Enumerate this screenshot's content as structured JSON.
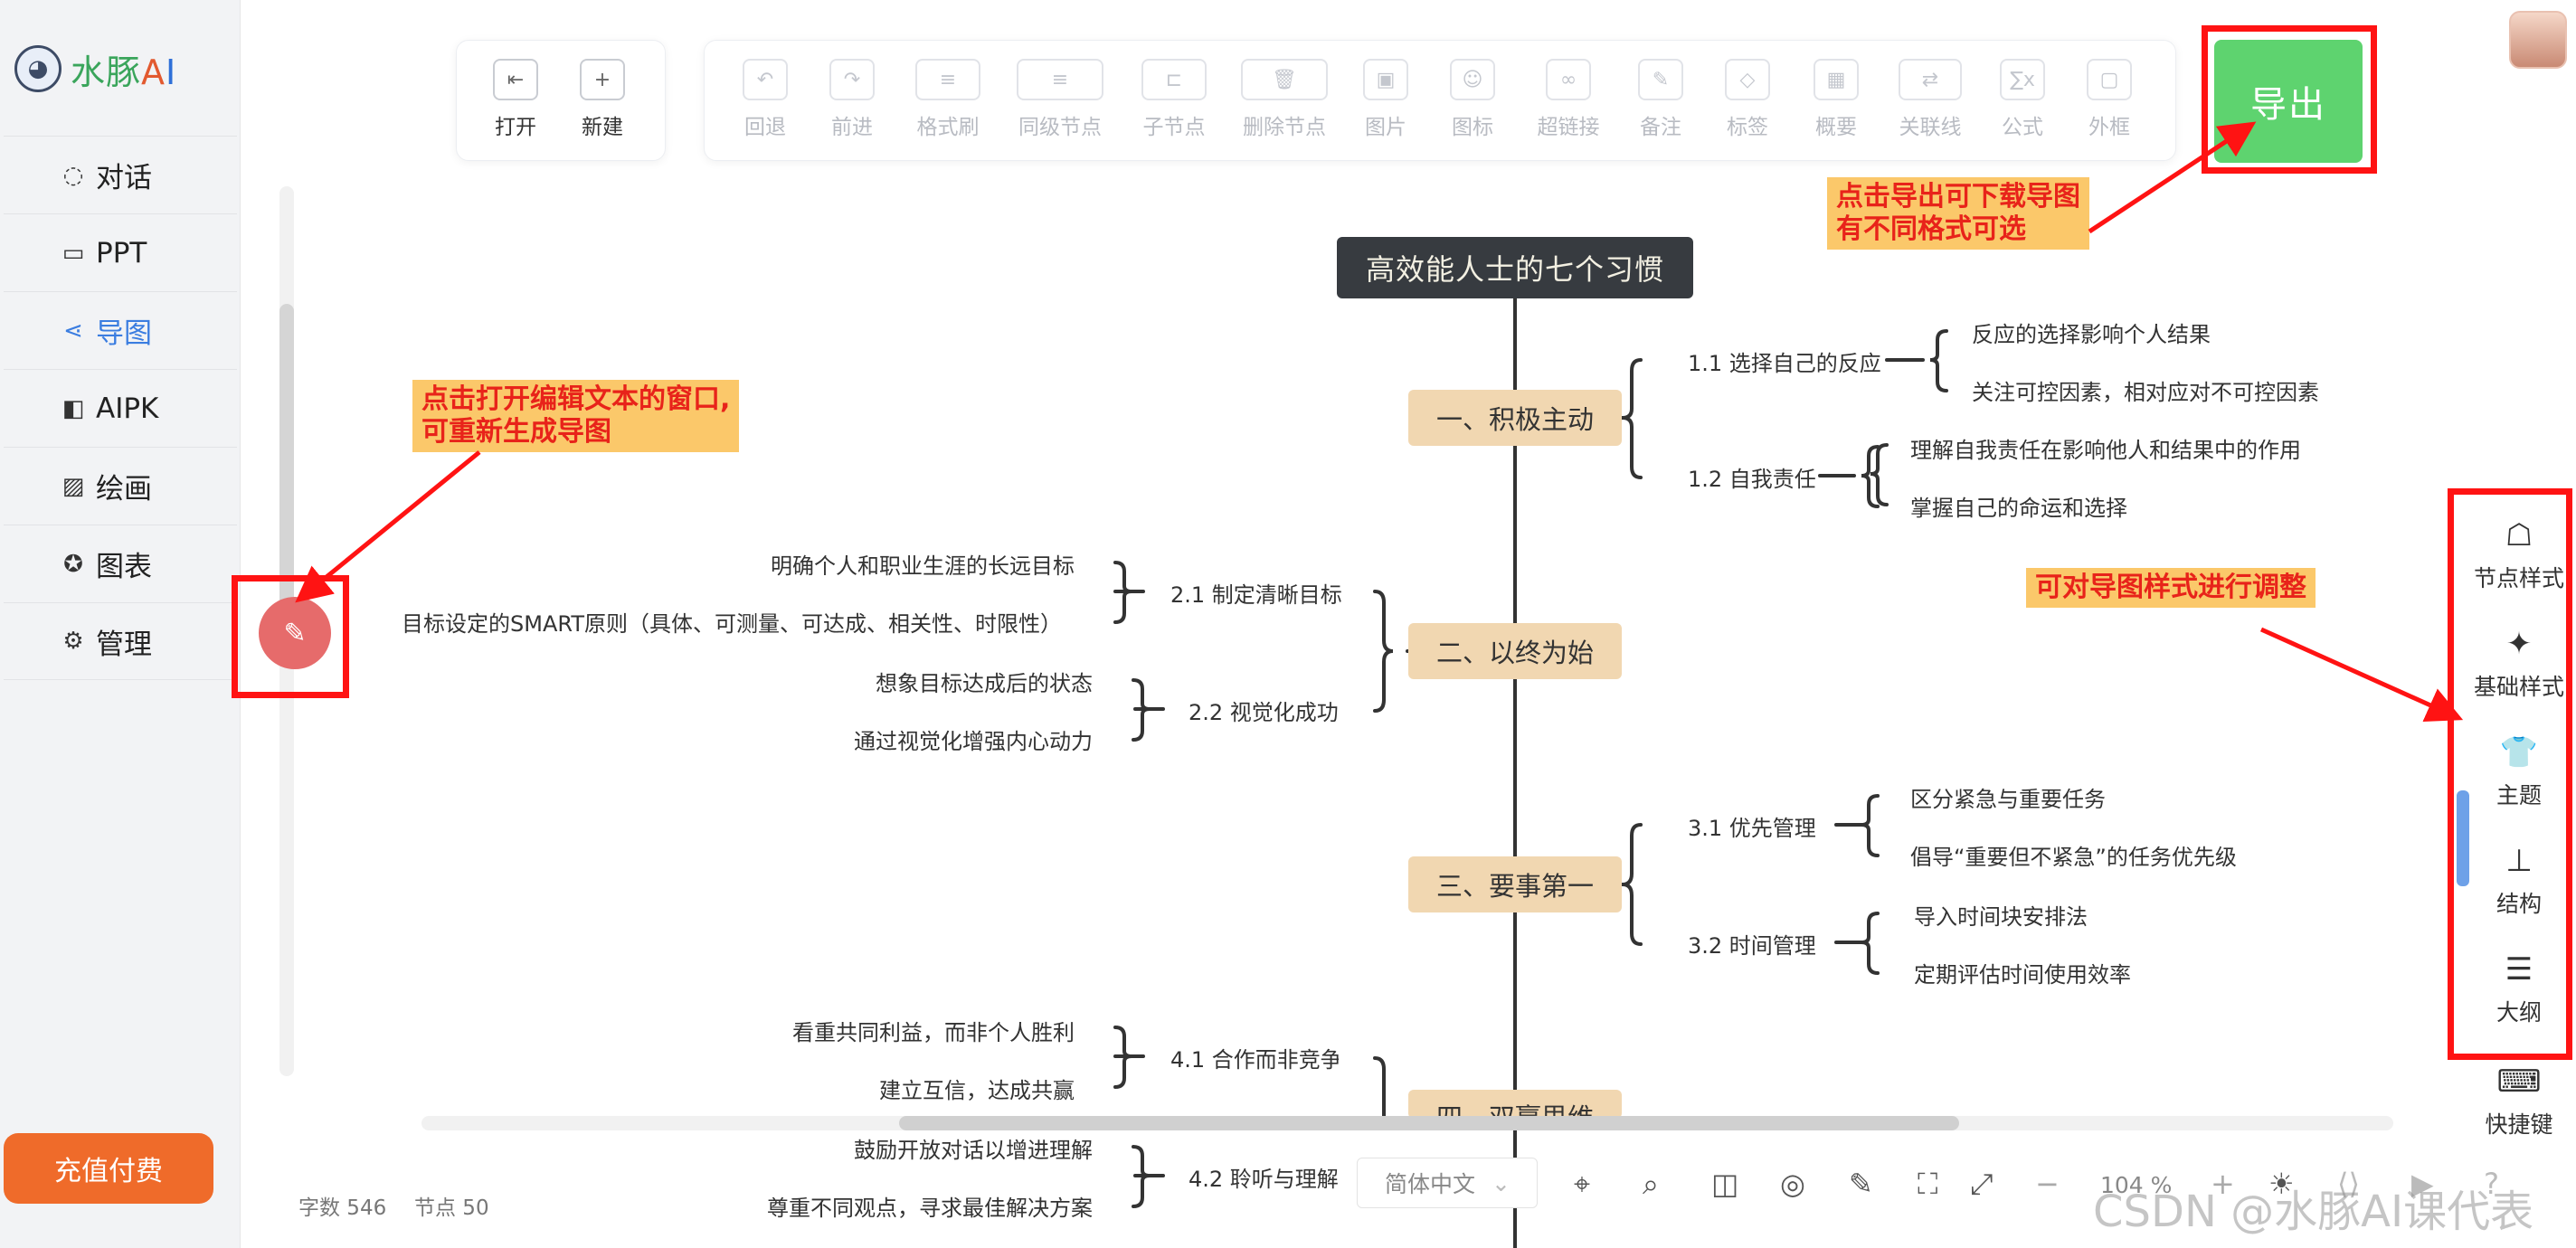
{
  "brand": {
    "name_part1": "水豚",
    "name_part2": "A",
    "name_part3": "I"
  },
  "sidebar": {
    "items": [
      {
        "label": "对话",
        "icon": "chat-icon",
        "glyph": "◌"
      },
      {
        "label": "PPT",
        "icon": "slides-icon",
        "glyph": "▭"
      },
      {
        "label": "导图",
        "icon": "mindmap-icon",
        "glyph": "⋖",
        "active": true
      },
      {
        "label": "AIPK",
        "icon": "versus-icon",
        "glyph": "◧"
      },
      {
        "label": "绘画",
        "icon": "image-icon",
        "glyph": "▨"
      },
      {
        "label": "图表",
        "icon": "chart-icon",
        "glyph": "✪"
      },
      {
        "label": "管理",
        "icon": "gear-icon",
        "glyph": "⚙"
      }
    ],
    "recharge_label": "充值付费"
  },
  "toolbar": {
    "file": [
      {
        "label": "打开",
        "glyph": "⇤"
      },
      {
        "label": "新建",
        "glyph": "+"
      }
    ],
    "edit": [
      {
        "label": "回退",
        "glyph": "↶"
      },
      {
        "label": "前进",
        "glyph": "↷"
      },
      {
        "label": "格式刷",
        "glyph": "≡"
      },
      {
        "label": "同级节点",
        "glyph": "≡"
      },
      {
        "label": "子节点",
        "glyph": "⊏"
      },
      {
        "label": "删除节点",
        "glyph": "🗑"
      },
      {
        "label": "图片",
        "glyph": "▣"
      },
      {
        "label": "图标",
        "glyph": "☺"
      },
      {
        "label": "超链接",
        "glyph": "∞"
      },
      {
        "label": "备注",
        "glyph": "✎"
      },
      {
        "label": "标签",
        "glyph": "◇"
      },
      {
        "label": "概要",
        "glyph": "▦"
      },
      {
        "label": "关联线",
        "glyph": "⇄"
      },
      {
        "label": "公式",
        "glyph": "∑x"
      },
      {
        "label": "外框",
        "glyph": "▢"
      }
    ],
    "export_label": "导出"
  },
  "annotations": {
    "export_note_line1": "点击导出可下载导图",
    "export_note_line2": "有不同格式可选",
    "edit_note_line1": "点击打开编辑文本的窗口,",
    "edit_note_line2": "可重新生成导图",
    "style_note": "可对导图样式进行调整"
  },
  "mindmap": {
    "root": "高效能人士的七个习惯",
    "branches": [
      {
        "label": "一、积极主动",
        "subs": [
          {
            "label": "1.1 选择自己的反应",
            "items": [
              "反应的选择影响个人结果",
              "关注可控因素，相对应对不可控因素"
            ]
          },
          {
            "label": "1.2 自我责任",
            "items": [
              "理解自我责任在影响他人和结果中的作用",
              "掌握自己的命运和选择"
            ]
          }
        ]
      },
      {
        "label": "二、以终为始",
        "subs": [
          {
            "label": "2.1 制定清晰目标",
            "items": [
              "明确个人和职业生涯的长远目标",
              "目标设定的SMART原则（具体、可测量、可达成、相关性、时限性）"
            ]
          },
          {
            "label": "2.2 视觉化成功",
            "items": [
              "想象目标达成后的状态",
              "通过视觉化增强内心动力"
            ]
          }
        ]
      },
      {
        "label": "三、要事第一",
        "subs": [
          {
            "label": "3.1 优先管理",
            "items": [
              "区分紧急与重要任务",
              "倡导“重要但不紧急”的任务优先级"
            ]
          },
          {
            "label": "3.2 时间管理",
            "items": [
              "导入时间块安排法",
              "定期评估时间使用效率"
            ]
          }
        ]
      },
      {
        "label": "四、双赢思维",
        "subs": [
          {
            "label": "4.1 合作而非竞争",
            "items": [
              "看重共同利益，而非个人胜利",
              "建立互信，达成共赢"
            ]
          },
          {
            "label": "4.2 聆听与理解",
            "items": [
              "鼓励开放对话以增进理解",
              "尊重不同观点，寻求最佳解决方案"
            ]
          }
        ]
      }
    ]
  },
  "right_panel": [
    {
      "label": "节点样式",
      "icon": "node-style-icon",
      "glyph": "☖"
    },
    {
      "label": "基础样式",
      "icon": "magic-wand-icon",
      "glyph": "✦"
    },
    {
      "label": "主题",
      "icon": "shirt-icon",
      "glyph": "👕"
    },
    {
      "label": "结构",
      "icon": "structure-icon",
      "glyph": "⊥"
    },
    {
      "label": "大纲",
      "icon": "outline-icon",
      "glyph": "☰"
    },
    {
      "label": "快捷键",
      "icon": "keyboard-icon",
      "glyph": "⌨"
    }
  ],
  "status": {
    "word_count": "字数 546",
    "node_count": "节点 50"
  },
  "bottom_bar": {
    "language": "简体中文",
    "zoom": "104 %",
    "minus": "−",
    "plus": "+"
  },
  "watermark": "CSDN @水豚AI课代表",
  "colors": {
    "highlight_red": "#ff1313",
    "export_green": "#5ed36f",
    "callout_bg": "#fbc86a",
    "callout_text": "#e8231a",
    "node_bg": "#f1d7b1",
    "root_bg": "#373b40",
    "active_nav": "#3b7de0",
    "recharge": "#ef6b2a"
  }
}
